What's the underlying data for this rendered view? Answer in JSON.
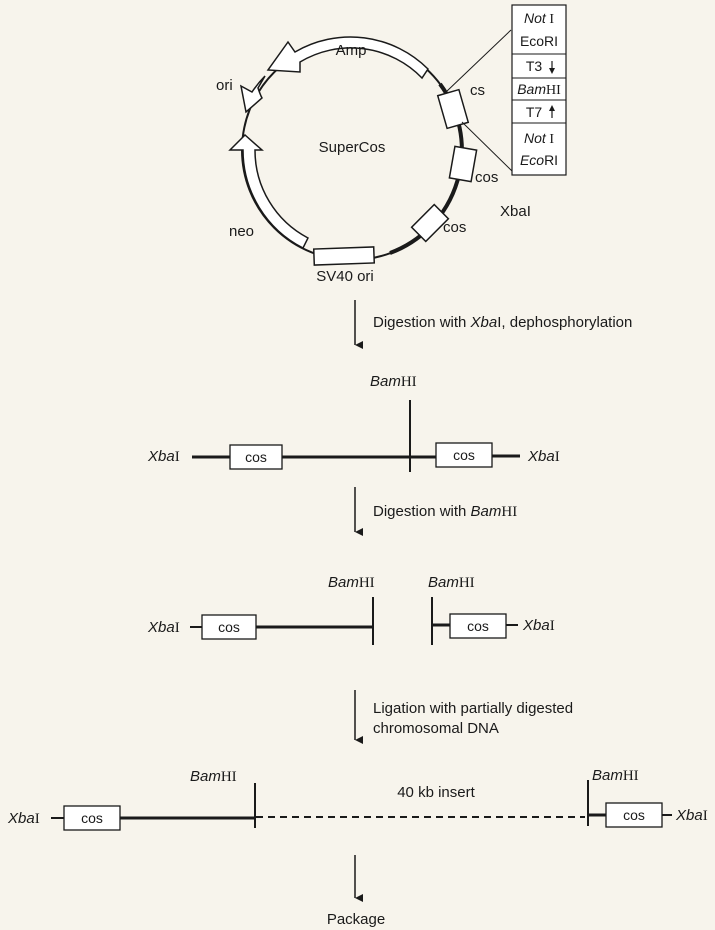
{
  "plasmid": {
    "name": "SuperCos",
    "labels": {
      "amp": "Amp",
      "ori": "ori",
      "cs": "cs",
      "cos_a": "cos",
      "cos_b": "cos",
      "xbai": "XbaI",
      "neo": "neo",
      "sv40": "SV40 ori"
    },
    "cloning_site": {
      "rows": [
        {
          "italic": "Not",
          "roman": " I"
        },
        {
          "italic": "",
          "roman": "EcoRI"
        },
        {
          "italic": "",
          "roman": "T3"
        },
        {
          "italic": "Bam",
          "roman": "HI"
        },
        {
          "italic": "",
          "roman": "T7"
        },
        {
          "italic": "Not",
          "roman": " I"
        },
        {
          "italic": "Eco",
          "roman": "RI"
        }
      ]
    }
  },
  "steps": {
    "step1": {
      "text_pre": "Digestion with ",
      "text_italic": "Xba",
      "text_post": "I, dephosphorylation"
    },
    "step2": {
      "text_pre": "Digestion with ",
      "text_italic": "Bam",
      "text_post": "HI"
    },
    "step3": {
      "line1": "Ligation with partially digested",
      "line2": "chromosomal DNA"
    },
    "step4": {
      "text": "Package"
    }
  },
  "enzymes": {
    "xba_italic": "Xba",
    "xba_roman": "I",
    "bam_italic": "Bam",
    "bam_roman": "HI"
  },
  "fragments": {
    "cos": "cos",
    "insert": "40 kb insert"
  }
}
